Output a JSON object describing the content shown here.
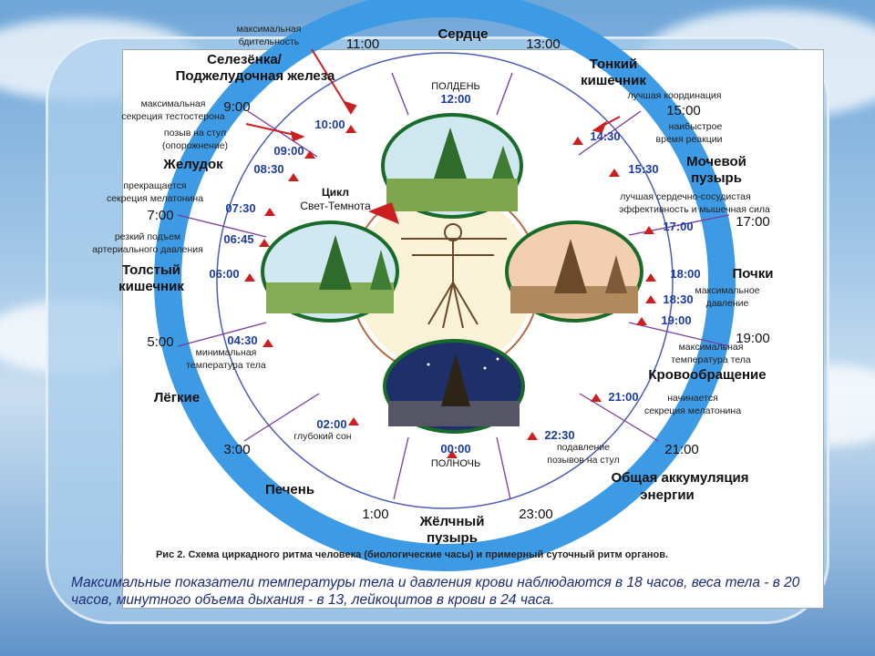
{
  "center": {
    "cycle_title": "Цикл",
    "cycle_subtitle": "Свет-Темнота"
  },
  "clock_labels": [
    {
      "text": "11:00"
    },
    {
      "text": "13:00"
    },
    {
      "text": "9:00"
    },
    {
      "text": "15:00"
    },
    {
      "text": "7:00"
    },
    {
      "text": "17:00"
    },
    {
      "text": "5:00"
    },
    {
      "text": "19:00"
    },
    {
      "text": "3:00"
    },
    {
      "text": "21:00"
    },
    {
      "text": "1:00"
    },
    {
      "text": "23:00"
    }
  ],
  "organs": [
    {
      "name": "Сердце"
    },
    {
      "name": "Селезёнка/"
    },
    {
      "name": "Поджелудочная железа"
    },
    {
      "name": "Тонкий"
    },
    {
      "name": "кишечник"
    },
    {
      "name": "Желудок"
    },
    {
      "name": "Мочевой"
    },
    {
      "name": "пузырь"
    },
    {
      "name": "Толстый"
    },
    {
      "name": "кишечник"
    },
    {
      "name": "Почки"
    },
    {
      "name": "Лёгкие"
    },
    {
      "name": "Кровообращение"
    },
    {
      "name": "Печень"
    },
    {
      "name": "Общая аккумуляция"
    },
    {
      "name": "энергии"
    },
    {
      "name": "Жёлчный"
    },
    {
      "name": "пузырь"
    }
  ],
  "times": [
    {
      "time": "ПОЛДЕНЬ"
    },
    {
      "time": "12:00"
    },
    {
      "time": "10:00"
    },
    {
      "time": "09:00"
    },
    {
      "time": "08:30"
    },
    {
      "time": "07:30"
    },
    {
      "time": "06:45"
    },
    {
      "time": "06:00"
    },
    {
      "time": "04:30"
    },
    {
      "time": "02:00"
    },
    {
      "time": "00:00"
    },
    {
      "time": "ПОЛНОЧЬ"
    },
    {
      "time": "22:30"
    },
    {
      "time": "21:00"
    },
    {
      "time": "19:00"
    },
    {
      "time": "18:30"
    },
    {
      "time": "18:00"
    },
    {
      "time": "17:00"
    },
    {
      "time": "15:30"
    },
    {
      "time": "14:30"
    }
  ],
  "notes": [
    {
      "text": "максимальная"
    },
    {
      "text": "бдительность"
    },
    {
      "text": "максимальная"
    },
    {
      "text": "секреция тестостерона"
    },
    {
      "text": "позыв на стул"
    },
    {
      "text": "(опорожнение)"
    },
    {
      "text": "прекращается"
    },
    {
      "text": "секреция мелатонина"
    },
    {
      "text": "резкий подъем"
    },
    {
      "text": "артериального давления"
    },
    {
      "text": "минимальная"
    },
    {
      "text": "температура тела"
    },
    {
      "text": "глубокий сон"
    },
    {
      "text": "подавление"
    },
    {
      "text": "позывов на стул"
    },
    {
      "text": "начинается"
    },
    {
      "text": "секреция мелатонина"
    },
    {
      "text": "максимальная"
    },
    {
      "text": "температура тела"
    },
    {
      "text": "максимальное"
    },
    {
      "text": "давление"
    },
    {
      "text": "лучшая сердечно-сосудистая"
    },
    {
      "text": "эффективность и мышечная сила"
    },
    {
      "text": "наибыстрое"
    },
    {
      "text": "время реакции"
    },
    {
      "text": "лучшая координация"
    }
  ],
  "figure_caption": "Рис 2. Схема циркадного ритма человека (биологические часы)  и примерный суточный ритм органов.",
  "caption": "Максимальные показатели температуры тела и давления крови наблюдаются в 18 часов, веса тела - в 20 часов, минутного объема дыхания - в 13, лейкоцитов в крови в 24 часа.",
  "colors": {
    "ring": "#3d9be5",
    "accent_red": "#cc1f1f",
    "time_blue": "#1c3aa8",
    "text_dark": "#111111"
  }
}
